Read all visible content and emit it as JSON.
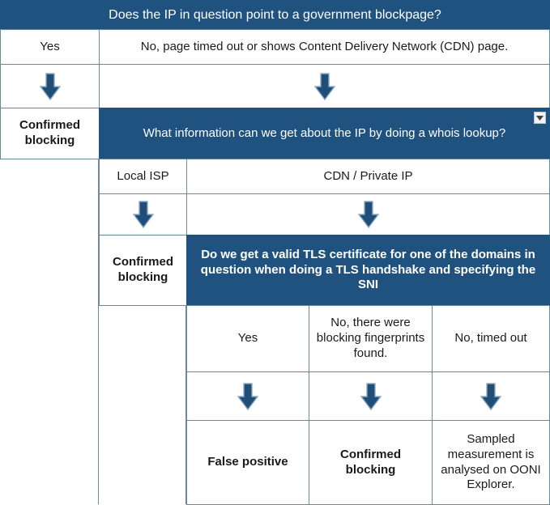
{
  "colors": {
    "banner_blue": "#20527F",
    "arrow_blue": "#1F4E79",
    "arrow_border": "#8EA9C1",
    "grid_border": "#6a8a97",
    "text_dark": "#1a1a1a",
    "text_light": "#ffffff"
  },
  "flow": {
    "q1": {
      "question": "Does the IP in question point to a government blockpage?",
      "answer_yes": "Yes",
      "answer_no": "No, page timed out or shows Content Delivery Network (CDN) page.",
      "outcome_yes": "Confirmed blocking"
    },
    "q2": {
      "question": "What information can we get about the IP by doing a whois lookup?",
      "answer_local_isp": "Local ISP",
      "answer_cdn": "CDN / Private IP",
      "outcome_local_isp": "Confirmed blocking"
    },
    "q3": {
      "question": "Do we get a valid TLS certificate for one of the domains in question when doing a TLS handshake and specifying the SNI",
      "answers": [
        "Yes",
        "No, there were blocking fingerprints found.",
        "No, timed out"
      ],
      "outcomes": [
        "False positive",
        "Confirmed blocking",
        "Sampled measurement is analysed on OONI Explorer."
      ]
    }
  },
  "icons": {
    "down_arrow": "down-arrow-icon",
    "filter_dropdown": "chevron-down-icon"
  }
}
